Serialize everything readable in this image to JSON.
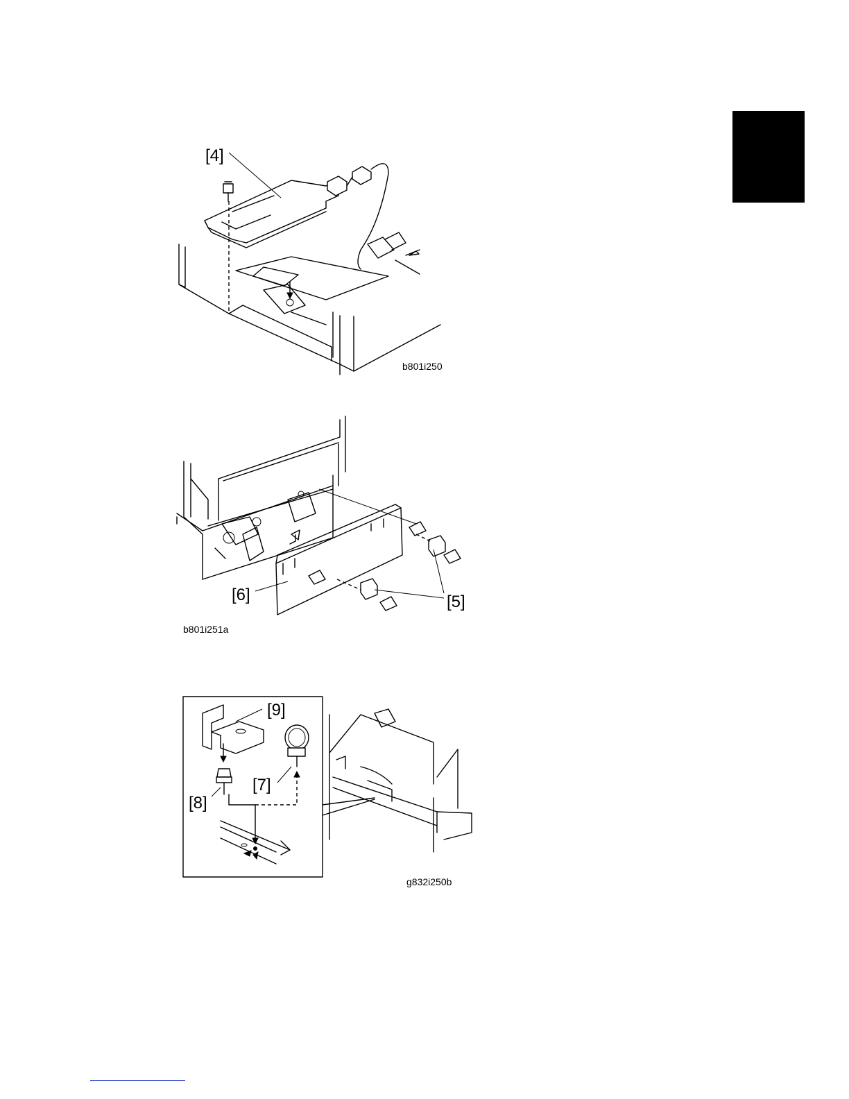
{
  "section_tab": {
    "color": "#000000"
  },
  "figures": [
    {
      "callouts": [
        "[4]"
      ],
      "code": "b801i250"
    },
    {
      "callouts": [
        "[6]",
        "[5]"
      ],
      "code": "b801i251a"
    },
    {
      "callouts": [
        "[9]",
        "[7]",
        "[8]"
      ],
      "code": "g832i250b"
    }
  ],
  "footer": {
    "link_color": "#2b3fc7"
  }
}
